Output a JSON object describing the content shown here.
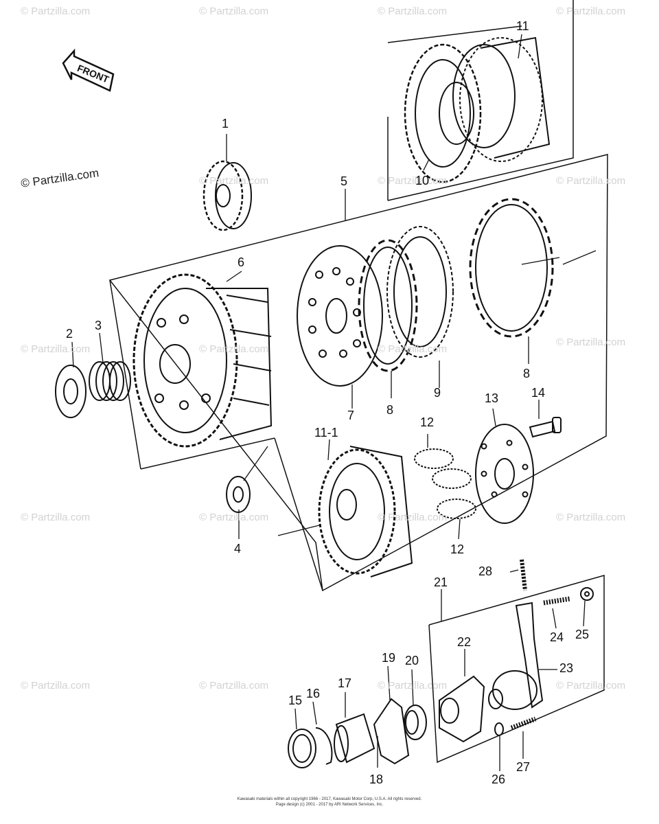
{
  "watermark_text": "© Partzilla.com",
  "front_label": "FRONT",
  "callouts": {
    "p1": "1",
    "p2": "2",
    "p3": "3",
    "p4": "4",
    "p5": "5",
    "p6": "6",
    "p7": "7",
    "p8a": "8",
    "p8b": "8",
    "p9": "9",
    "p10": "10",
    "p11": "11",
    "p11_1": "11-1",
    "p12a": "12",
    "p12b": "12",
    "p13": "13",
    "p14": "14",
    "p15": "15",
    "p16": "16",
    "p17": "17",
    "p18": "18",
    "p19": "19",
    "p20": "20",
    "p21": "21",
    "p22": "22",
    "p23": "23",
    "p24": "24",
    "p25": "25",
    "p26": "26",
    "p27": "27",
    "p28": "28"
  },
  "footer": {
    "line1": "Kawasaki materials within all copyright 1966 - 2017, Kawasaki Motor Corp, U.S.A. All rights reserved.",
    "line2": "Page design (c) 2001 - 2017 by ARI Network Services, Inc."
  }
}
